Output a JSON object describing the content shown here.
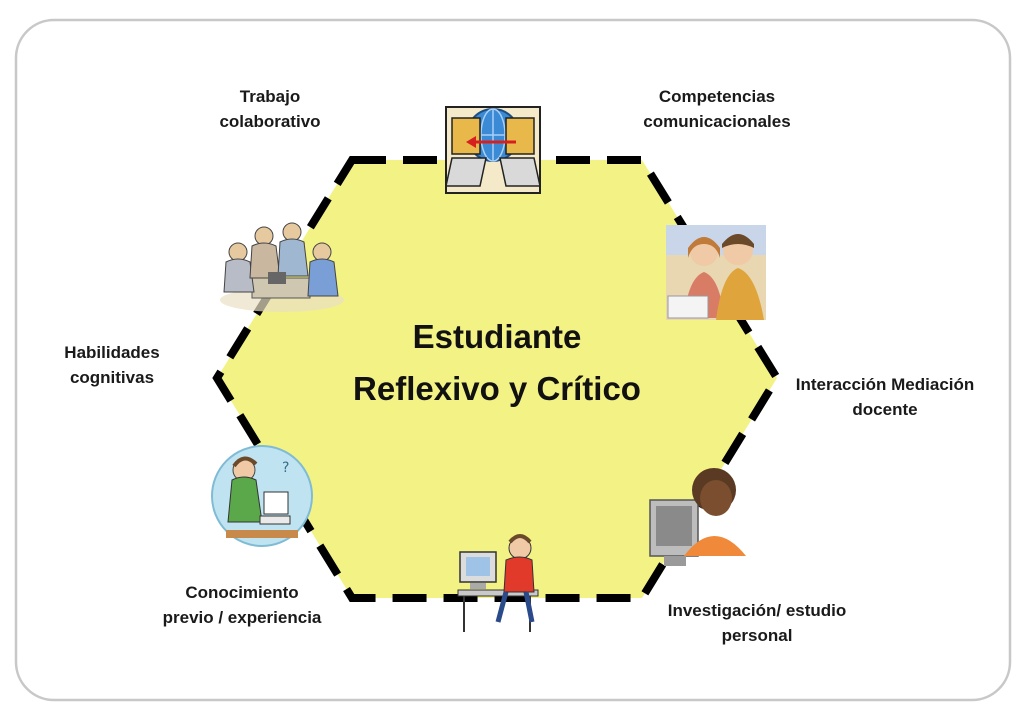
{
  "center": {
    "line1": "Estudiante",
    "line2": "Reflexivo y Crítico"
  },
  "labels": {
    "trabajo_line1": "Trabajo",
    "trabajo_line2": "colaborativo",
    "competencias_line1": "Competencias",
    "competencias_line2": "comunicacionales",
    "habilidades_line1": "Habilidades",
    "habilidades_line2": "cognitivas",
    "interaccion_line1": "Interacción Mediación",
    "interaccion_line2": "docente",
    "conocimiento_line1": "Conocimiento",
    "conocimiento_line2": "previo / experiencia",
    "investigacion_line1": "Investigación/ estudio",
    "investigacion_line2": "personal"
  },
  "colors": {
    "hexagon_fill": "#f3f285",
    "dash": "#000000",
    "frame": "#c8c8c8"
  },
  "icons": {
    "top": "network-exchange-icon",
    "upper_left": "team-meeting-icon",
    "upper_right": "students-at-computer-icon",
    "lower_left": "student-studying-icon",
    "bottom": "student-at-desk-computer-icon",
    "lower_right": "person-monitor-icon"
  }
}
